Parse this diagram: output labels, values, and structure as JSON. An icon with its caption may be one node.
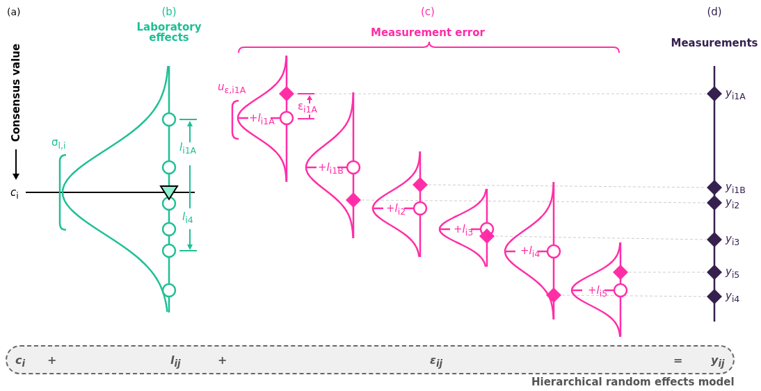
{
  "diagram": {
    "nodes": [
      {
        "text": [
          "c$_{i}$",
          "+",
          "l$_{ij}$",
          "+",
          "ε$_{ij}$",
          "=",
          "y$_{ij}$"
        ],
        "beside": [
          "Hierarchical random effects model"
        ]
      },
      {
        "text": [],
        "shape": "diamond"
      },
      {
        "text": [],
        "shape": "diamond"
      },
      {
        "text": [],
        "shape": "diamond"
      },
      {
        "text": [],
        "shape": "diamond"
      },
      {
        "text": [],
        "shape": "diamond"
      },
      {
        "text": [],
        "shape": "diamond"
      },
      {
        "text": [],
        "shape": "diamond",
        "beside": [
          "*y*$_{i1A}$"
        ]
      },
      {
        "text": [],
        "shape": "diamond",
        "beside": [
          "*y*$_{i1B}$"
        ]
      },
      {
        "text": [],
        "shape": "diamond",
        "beside": [
          "*y*$_{i2}$"
        ]
      },
      {
        "text": [],
        "shape": "diamond",
        "beside": [
          "*y*$_{i3}$"
        ]
      },
      {
        "text": [],
        "shape": "diamond",
        "beside": [
          "*y*$_{i5}$"
        ]
      },
      {
        "text": [],
        "shape": "diamond",
        "beside": [
          "*y*$_{i4}$"
        ]
      }
    ],
    "edges": [
      {
        "from": 1,
        "to": 7,
        "arrow": "none",
        "style": "dashed",
        "color": "#cccccc"
      },
      {
        "from": 2,
        "to": 9,
        "arrow": "none",
        "style": "dashed",
        "color": "#cccccc"
      },
      {
        "from": 3,
        "to": 8,
        "arrow": "none",
        "style": "dashed",
        "color": "#cccccc"
      },
      {
        "from": 4,
        "to": 10,
        "arrow": "none",
        "style": "dashed",
        "color": "#cccccc"
      },
      {
        "from": 5,
        "to": 12,
        "arrow": "none",
        "style": "dashed",
        "color": "#cccccc"
      },
      {
        "from": 6,
        "to": 11,
        "arrow": "none",
        "style": "dashed",
        "color": "#cccccc"
      }
    ],
    "labels": [
      "(a)",
      "(b)",
      "Laboratory effects",
      "(c)",
      "Measurement error",
      "(d)",
      "Measurements",
      "Consensus value",
      "*c*$_{i}$",
      "σ$_{l,i}$",
      "*l*$_{i1A}$",
      "*l*$_{i4}$",
      "*u*$_{ε,i1A}$",
      "ε$_{i1A}$",
      "+*l*$_{i1A}$",
      "+*l*$_{i1B}$",
      "+*l*$_{i2}$",
      "+*l*$_{i3}$",
      "+*l*$_{i4}$",
      "+*l*$_{i5}$"
    ]
  }
}
